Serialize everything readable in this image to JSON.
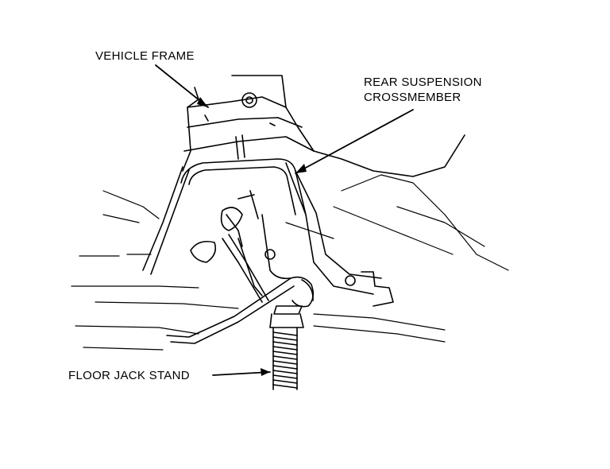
{
  "diagram": {
    "labels": {
      "vehicle_frame": "VEHICLE FRAME",
      "rear_suspension_line1": "REAR SUSPENSION",
      "rear_suspension_line2": "CROSSMEMBER",
      "floor_jack_stand": "FLOOR JACK STAND"
    },
    "colors": {
      "ink": "#000000",
      "background": "#ffffff"
    }
  }
}
